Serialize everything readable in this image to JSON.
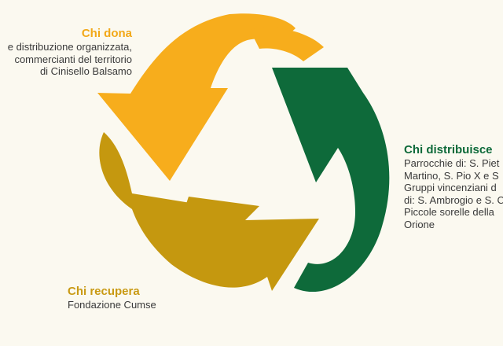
{
  "colors": {
    "background": "#fbf9f0",
    "orange_arrow": "#f7ad1c",
    "green_arrow": "#0e6a3a",
    "mustard_arrow": "#c5980f"
  },
  "arrows": [
    {
      "name": "arrow-chi-dona",
      "color_key": "orange_arrow",
      "icon": "recycle-arrow-icon"
    },
    {
      "name": "arrow-chi-distribuisce",
      "color_key": "green_arrow",
      "icon": "recycle-arrow-icon"
    },
    {
      "name": "arrow-chi-recupera",
      "color_key": "mustard_arrow",
      "icon": "recycle-arrow-icon"
    }
  ],
  "labels": {
    "dona": {
      "title": "Chi dona",
      "lines": [
        "e distribuzione organizzata,",
        "commercianti del territorio",
        "di Cinisello Balsamo"
      ]
    },
    "distribuisce": {
      "title": "Chi distribuisce",
      "lines": [
        "Parrocchie di: S. Piet",
        "Martino, S. Pio X e S",
        "Gruppi vincenziani d",
        "di: S. Ambrogio e S. C",
        "Piccole sorelle della",
        "Orione"
      ]
    },
    "recupera": {
      "title": "Chi recupera",
      "lines": [
        "Fondazione Cumse"
      ]
    }
  }
}
